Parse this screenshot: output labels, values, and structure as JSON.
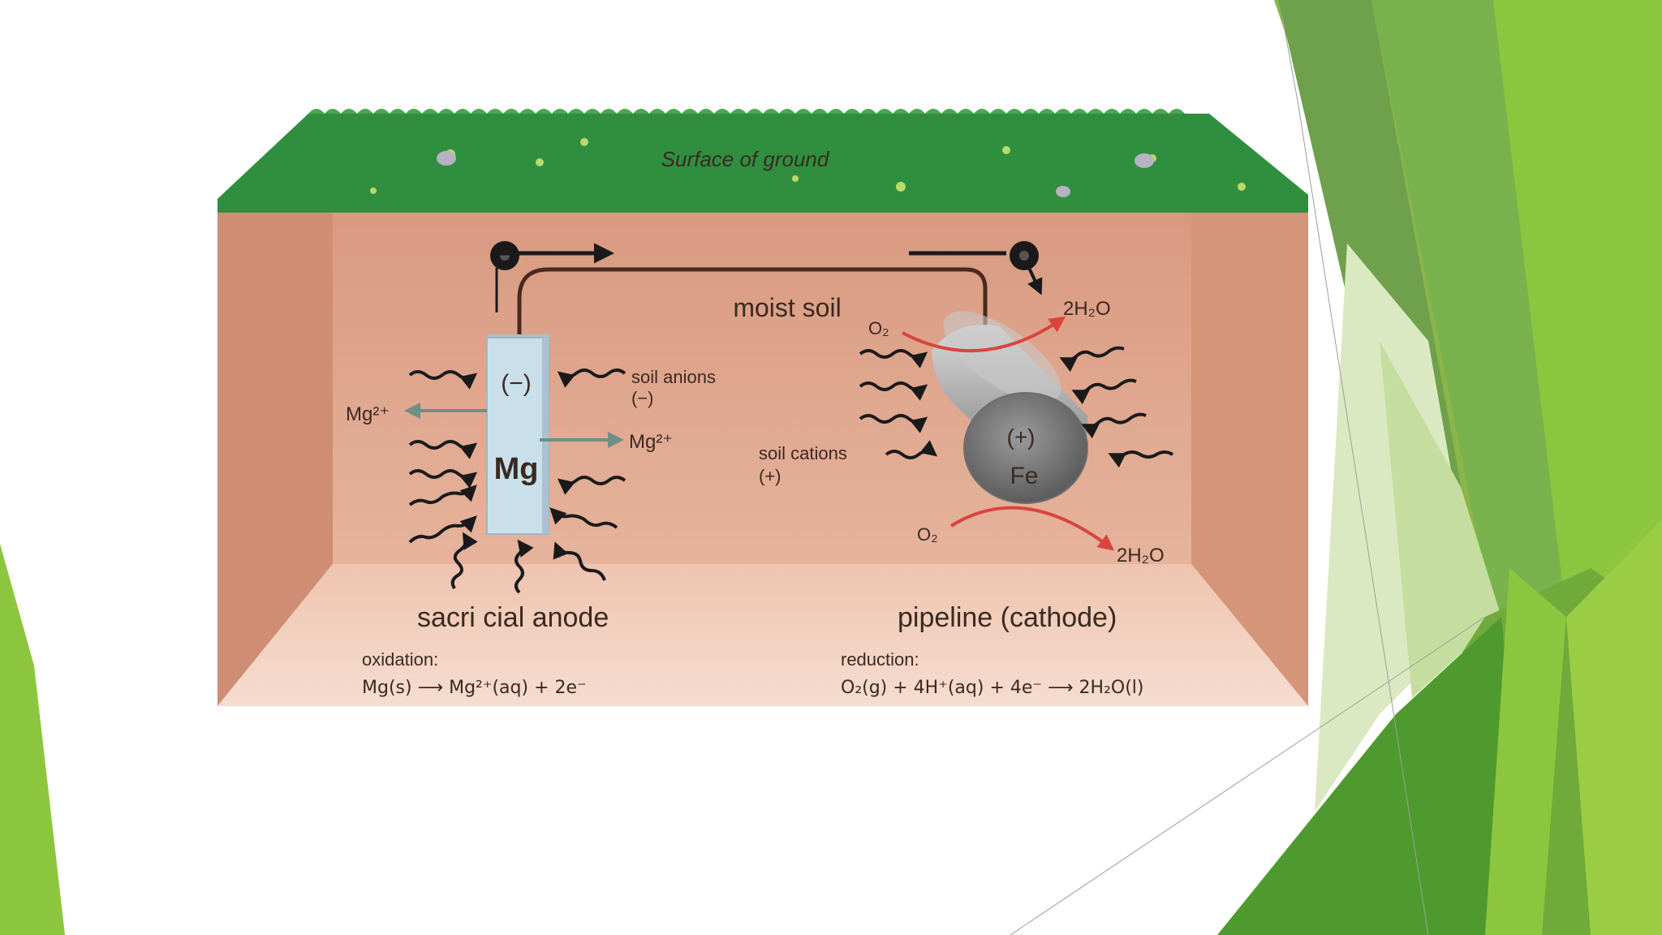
{
  "diagram": {
    "ground_label": "Surface of ground",
    "soil_label": "moist soil",
    "anode": {
      "charge": "(−)",
      "element": "Mg",
      "ion_left": "Mg²⁺",
      "ion_right": "Mg²⁺",
      "anions_label": "soil anions",
      "anions_charge": "(−)",
      "title": "sacri  cial anode",
      "reaction_title": "oxidation:",
      "reaction": "Mg(s) ⟶ Mg²⁺(aq) + 2e⁻"
    },
    "cathode": {
      "charge": "(+)",
      "element": "Fe",
      "o2_top": "O₂",
      "o2_bottom": "O₂",
      "water_top": "2H₂O",
      "water_bottom": "2H₂O",
      "cations_label": "soil cations",
      "cations_charge": "(+)",
      "title": "pipeline (cathode)",
      "reaction_title": "reduction:",
      "reaction": "O₂(g) + 4H⁺(aq) + 4e⁻ ⟶ 2H₂O(l)"
    }
  },
  "colors": {
    "grass": "#2f8f3f",
    "soil": "#dfa58c",
    "accent_dark": "#4f9a2e",
    "accent_light": "#8cc63f",
    "oxygen_arrow": "#d9443f"
  },
  "icons": [
    "electron-icon",
    "electron-icon"
  ]
}
